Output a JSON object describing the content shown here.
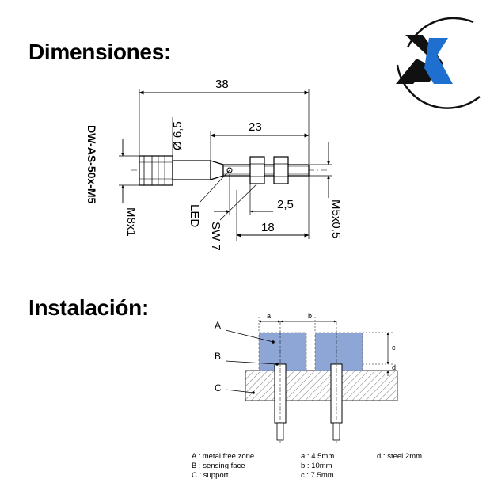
{
  "headings": {
    "dimensions": "Dimensiones:",
    "installation": "Instalación:"
  },
  "logo": {
    "icon": "x-logo-icon",
    "colors": {
      "dark": "#111111",
      "blue": "#1f6fd0"
    }
  },
  "dimension_drawing": {
    "model_label": "DW-AS-50x-M5",
    "labels": {
      "overall_length": "38",
      "diameter": "Ø 6,5",
      "thread_length": "23",
      "led_offset": "2,5",
      "nut_span": "18",
      "connector_thread": "M8x1",
      "led": "LED",
      "wrench": "SW 7",
      "sensor_thread": "M5x0,5"
    }
  },
  "installation_drawing": {
    "markers": {
      "a": "a",
      "b": "b",
      "c": "c",
      "d": "d",
      "A": "A",
      "B": "B",
      "C": "C"
    },
    "legend": {
      "col1": [
        "A : metal free zone",
        "B : sensing face",
        "C : support"
      ],
      "col2": [
        "a :  4.5mm",
        "b :  10mm",
        "c :  7.5mm"
      ],
      "col3": [
        "d : steel     2mm"
      ]
    },
    "colors": {
      "zone": "#8ea6d6",
      "support": "#d9d9d9"
    }
  }
}
